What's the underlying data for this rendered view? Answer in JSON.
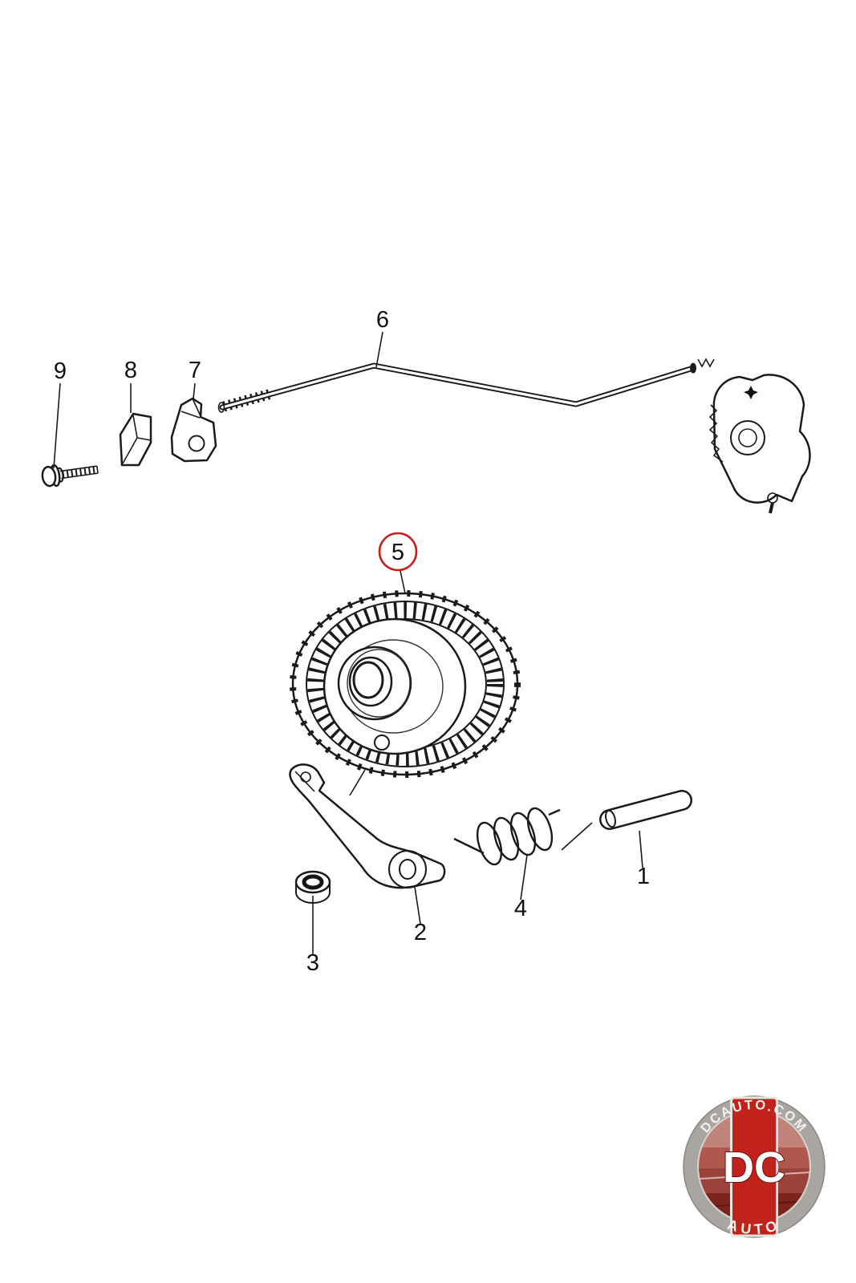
{
  "parts": {
    "p1": "1",
    "p2": "2",
    "p3": "3",
    "p4": "4",
    "p5": "5",
    "p6": "6",
    "p7": "7",
    "p8": "8",
    "p9": "9"
  },
  "highlight": {
    "part": "5",
    "color": "#c4201c"
  },
  "logo": {
    "site": "DCAUTO.COM",
    "initials": "DC",
    "word": "AUTO",
    "red": "#c1221c"
  }
}
